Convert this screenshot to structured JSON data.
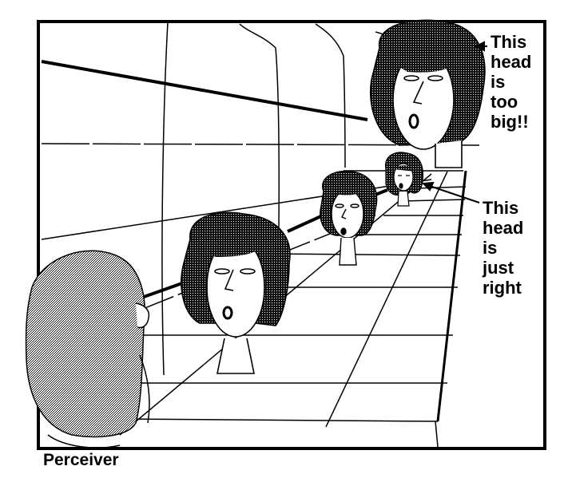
{
  "labels": {
    "too_big": "This\nhead\nis\ntoo\nbig!!",
    "just_right": "This\nhead\nis\njust\nright",
    "perceiver": "Perceiver"
  },
  "colors": {
    "ink": "#000000",
    "background": "#ffffff",
    "hair_fill": "#1a1a1a",
    "perceiver_fill": "#bdbdbd"
  }
}
